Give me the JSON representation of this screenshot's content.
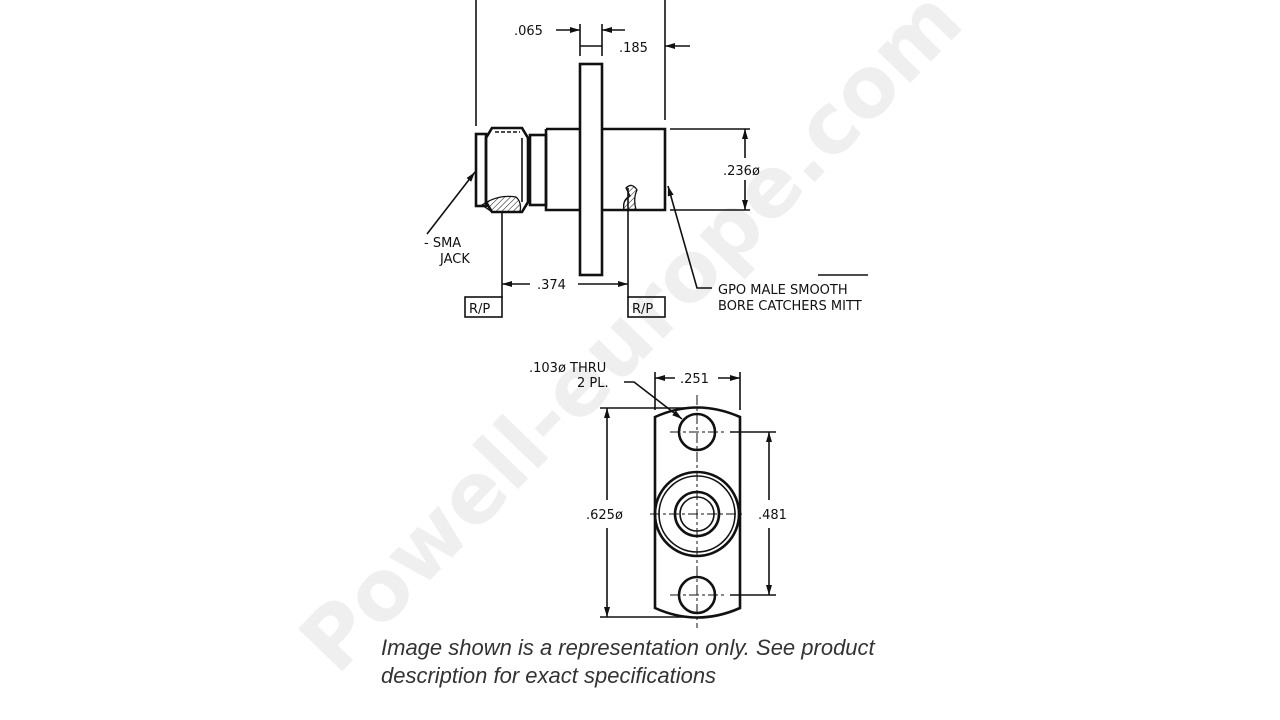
{
  "watermark": "Powell-europe.com",
  "side_view": {
    "dim_065": ".065",
    "dim_185": ".185",
    "dim_236": ".236ø",
    "dim_374": ".374",
    "ref_left": "R/P",
    "ref_right": "R/P",
    "sma_label_line1": "- SMA",
    "sma_label_line2": "JACK",
    "gpo_label_line1": "GPO MALE SMOOTH",
    "gpo_label_line2": "BORE CATCHERS MITT"
  },
  "front_view": {
    "hole_label_line1": ".103ø THRU",
    "hole_label_line2": "2 PL.",
    "dim_251": ".251",
    "dim_625": ".625ø",
    "dim_481": ".481"
  },
  "caption": {
    "line1": "Image shown is a representation only. See product",
    "line2": "description for exact specifications"
  }
}
